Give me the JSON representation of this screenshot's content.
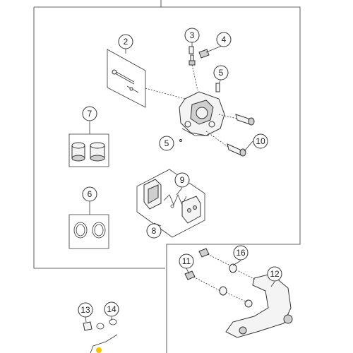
{
  "diagram": {
    "callouts": [
      {
        "id": "c2",
        "label": "2"
      },
      {
        "id": "c3",
        "label": "3"
      },
      {
        "id": "c4",
        "label": "4"
      },
      {
        "id": "c5a",
        "label": "5"
      },
      {
        "id": "c5b",
        "label": "5"
      },
      {
        "id": "c6",
        "label": "6"
      },
      {
        "id": "c7",
        "label": "7"
      },
      {
        "id": "c8",
        "label": "8"
      },
      {
        "id": "c9",
        "label": "9"
      },
      {
        "id": "c10",
        "label": "10"
      },
      {
        "id": "c11",
        "label": "11"
      },
      {
        "id": "c12",
        "label": "12"
      },
      {
        "id": "c13",
        "label": "13"
      },
      {
        "id": "c14",
        "label": "14"
      },
      {
        "id": "c16",
        "label": "16"
      }
    ]
  }
}
